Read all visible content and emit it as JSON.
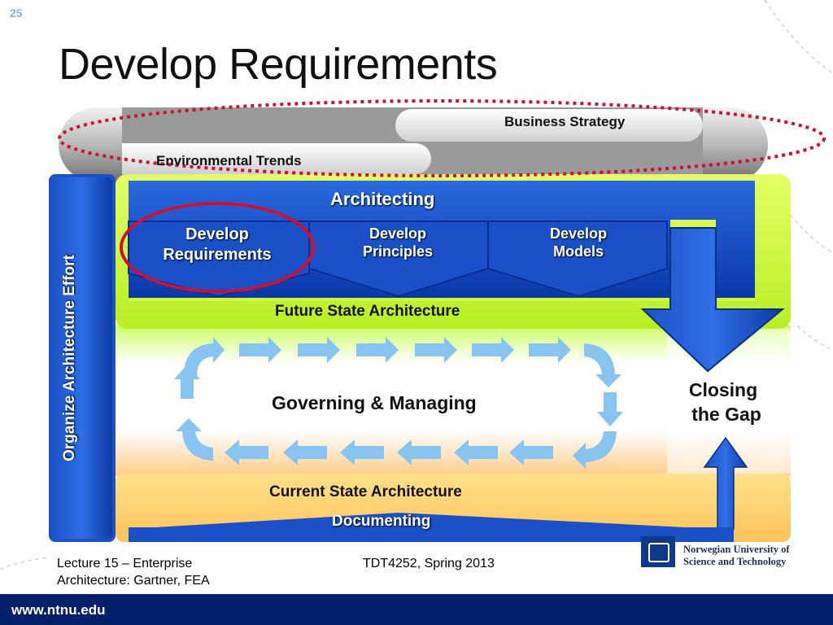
{
  "slide_number": "25",
  "title": "Develop Requirements",
  "diagram": {
    "business_strategy": "Business Strategy",
    "environmental_trends": "Environmental Trends",
    "architecting": "Architecting",
    "develop_requirements": "Develop Requirements",
    "develop_principles": "Develop Principles",
    "develop_models": "Develop Models",
    "future_state": "Future State Architecture",
    "governing": "Governing & Managing",
    "current_state": "Current State Architecture",
    "documenting": "Documenting",
    "organize_effort": "Organize Architecture Effort",
    "closing_gap_line1": "Closing",
    "closing_gap_line2": "the Gap"
  },
  "footer": {
    "lecture_line1": "Lecture 15 – Enterprise",
    "lecture_line2": "Architecture: Gartner, FEA",
    "course": "TDT4252, Spring 2013",
    "university_line1": "Norwegian University of",
    "university_line2": "Science and Technology",
    "url": "www.ntnu.edu"
  },
  "colors": {
    "blue_dark": "#0b3fb0",
    "lime": "#ccff33",
    "orange": "#ffcc66",
    "arrow_light": "#88c4f0",
    "highlight_red": "#cc1133",
    "footer_navy": "#00206a"
  }
}
